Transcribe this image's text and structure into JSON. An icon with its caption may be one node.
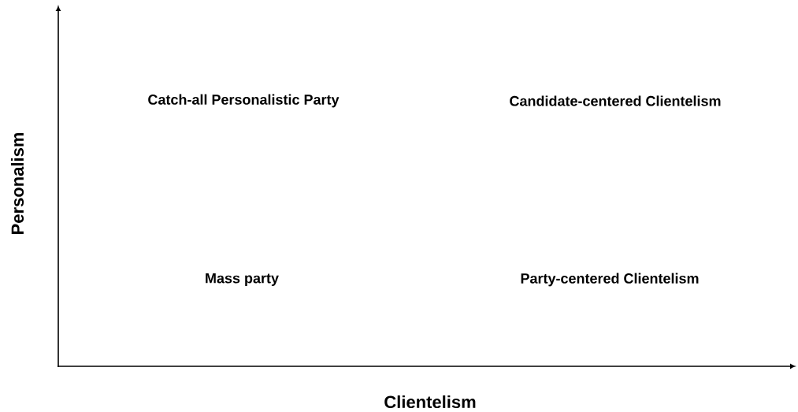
{
  "diagram": {
    "labels": [
      "Catch-all Personalistic Party",
      "Candidate-centered Clientelism",
      "Personalism",
      "Mass party",
      "Party-centered Clientelism",
      "Clientelism"
    ]
  }
}
